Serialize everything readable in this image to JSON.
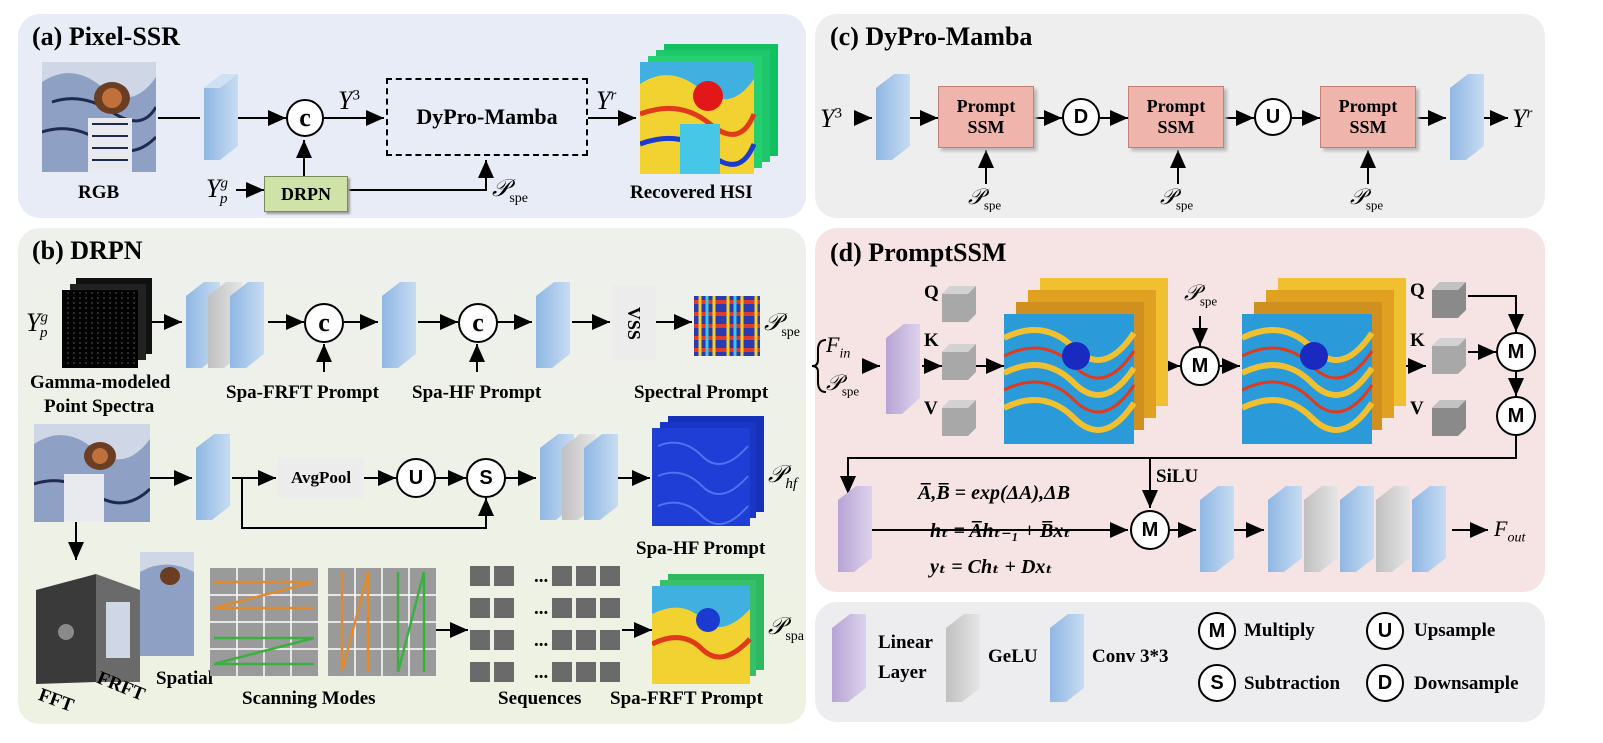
{
  "colors": {
    "panel_a": "#e8ecf6",
    "panel_b": "#eef2e6",
    "panel_c": "#eeeeee",
    "panel_d": "#f6e4e4",
    "panel_legend": "#ededf0",
    "conv": "#a9c9ea",
    "gelu": "#d3d3d3",
    "linear": "#c7b9dc",
    "prompt_ssm": "#efb4ac",
    "drpn": "#cfe3a9"
  },
  "panel_a": {
    "title": "(a) Pixel-SSR",
    "rgb_label": "RGB",
    "concat_symbol": "c",
    "y3": "Y",
    "y3_sup": "3",
    "dypro_box": "DyPro-Mamba",
    "yr": "Y",
    "yr_sup": "r",
    "ypg": "Y",
    "ypg_sup": "g",
    "ypg_sub": "p",
    "drpn_box": "DRPN",
    "pspe": "𝒫",
    "pspe_sub": "spe",
    "recovered_label": "Recovered HSI"
  },
  "panel_b": {
    "title": "(b) DRPN",
    "ypg": "Y",
    "ypg_sup": "g",
    "ypg_sub": "p",
    "gamma_label_1": "Gamma-modeled",
    "gamma_label_2": "Point Spectra",
    "concat_symbol": "c",
    "spa_frft_prompt": "Spa-FRFT Prompt",
    "spa_hf_prompt": "Spa-HF Prompt",
    "vss": "VSS",
    "spectral_prompt": "Spectral Prompt",
    "pspe": "𝒫",
    "pspe_sub": "spe",
    "avgpool": "AvgPool",
    "upsample_symbol": "U",
    "subtract_symbol": "S",
    "phf": "𝒫",
    "phf_sub": "hf",
    "spa_hf_prompt_2": "Spa-HF Prompt",
    "fft": "FFT",
    "frft": "FRFT",
    "spatial": "Spatial",
    "scanning_modes": "Scanning Modes",
    "sequences": "Sequences",
    "ellipsis": "...",
    "pspa": "𝒫",
    "pspa_sub": "spa",
    "spa_frft_prompt_2": "Spa-FRFT Prompt"
  },
  "panel_c": {
    "title": "(c) DyPro-Mamba",
    "y3": "Y",
    "y3_sup": "3",
    "prompt_ssm_1a": "Prompt",
    "prompt_ssm_1b": "SSM",
    "downsample_symbol": "D",
    "upsample_symbol": "U",
    "yr": "Y",
    "yr_sup": "r",
    "pspe": "𝒫",
    "pspe_sub": "spe"
  },
  "panel_d": {
    "title": "(d) PromptSSM",
    "fin": "F",
    "fin_sub": "in",
    "pspe": "𝒫",
    "pspe_sub": "spe",
    "q": "Q",
    "k": "K",
    "v": "V",
    "multiply_symbol": "M",
    "eq1": "A̅,B̅ = exp(ΔA),ΔB",
    "eq2": "hₜ = A̅hₜ₋₁ + B̅xₜ",
    "eq3": "yₜ = Chₜ + Dxₜ",
    "silu": "SiLU",
    "fout": "F",
    "fout_sub": "out"
  },
  "legend": {
    "linear_1": "Linear",
    "linear_2": "Layer",
    "gelu": "GeLU",
    "conv": "Conv 3*3",
    "m_symbol": "M",
    "m_label": "Multiply",
    "u_symbol": "U",
    "u_label": "Upsample",
    "s_symbol": "S",
    "s_label": "Subtraction",
    "d_symbol": "D",
    "d_label": "Downsample"
  }
}
